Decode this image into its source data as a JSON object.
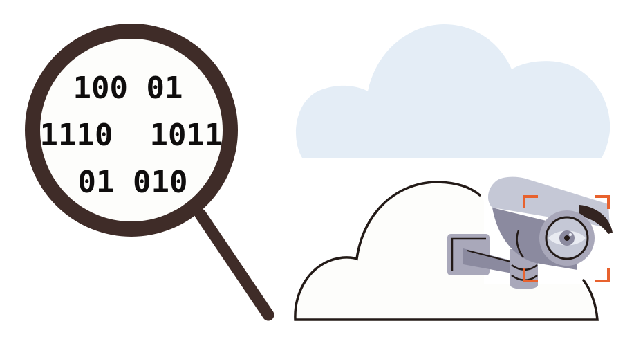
{
  "illustration": {
    "magnifier": {
      "binary_lines": [
        "100 01",
        "1110  1011",
        "01 010"
      ],
      "ring_color": "#3f2c28",
      "lens_color": "#fdfdfb"
    },
    "background_cloud": {
      "color": "#e4edf6"
    },
    "foreground_cloud": {
      "fill": "#fdfdfb",
      "outline": "#231a17"
    },
    "camera": {
      "body_light": "#c5c8d6",
      "body_mid": "#a9a8ba",
      "body_dark": "#8b8a9f",
      "hood": "#332421",
      "focus_brackets_color": "#e8622e"
    }
  }
}
